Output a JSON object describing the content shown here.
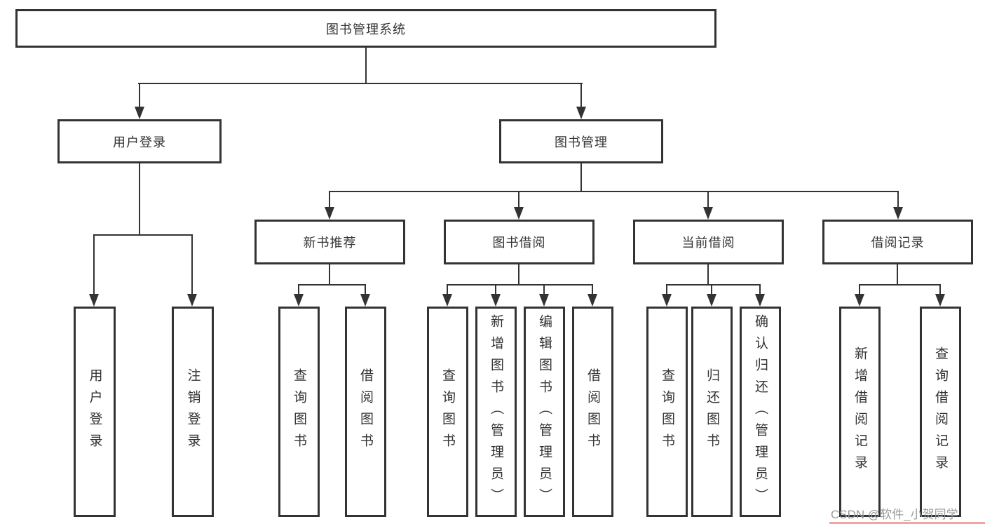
{
  "diagram": {
    "root": {
      "label": "图书管理系统"
    },
    "level2": [
      {
        "label": "用户登录",
        "children": [
          {
            "label": "用户登录"
          },
          {
            "label": "注销登录"
          }
        ]
      },
      {
        "label": "图书管理",
        "children": [
          {
            "label": "新书推荐",
            "children": [
              {
                "label": "查询图书"
              },
              {
                "label": "借阅图书"
              }
            ]
          },
          {
            "label": "图书借阅",
            "children": [
              {
                "label": "查询图书"
              },
              {
                "label": "新增图书（管理员）"
              },
              {
                "label": "编辑图书（管理员）"
              },
              {
                "label": "借阅图书"
              }
            ]
          },
          {
            "label": "当前借阅",
            "children": [
              {
                "label": "查询图书"
              },
              {
                "label": "归还图书"
              },
              {
                "label": "确认归还（管理员）"
              }
            ]
          },
          {
            "label": "借阅记录",
            "children": [
              {
                "label": "新增借阅记录"
              },
              {
                "label": "查询借阅记录"
              }
            ]
          }
        ]
      }
    ]
  },
  "watermark": {
    "text": "CSDN @软件_小贺同学"
  },
  "colors": {
    "line": "#333333",
    "box_border": "#333333",
    "text": "#333333",
    "watermark_text": "#9b9b9b",
    "watermark_strip": "#f0a4a4",
    "background": "#ffffff"
  }
}
